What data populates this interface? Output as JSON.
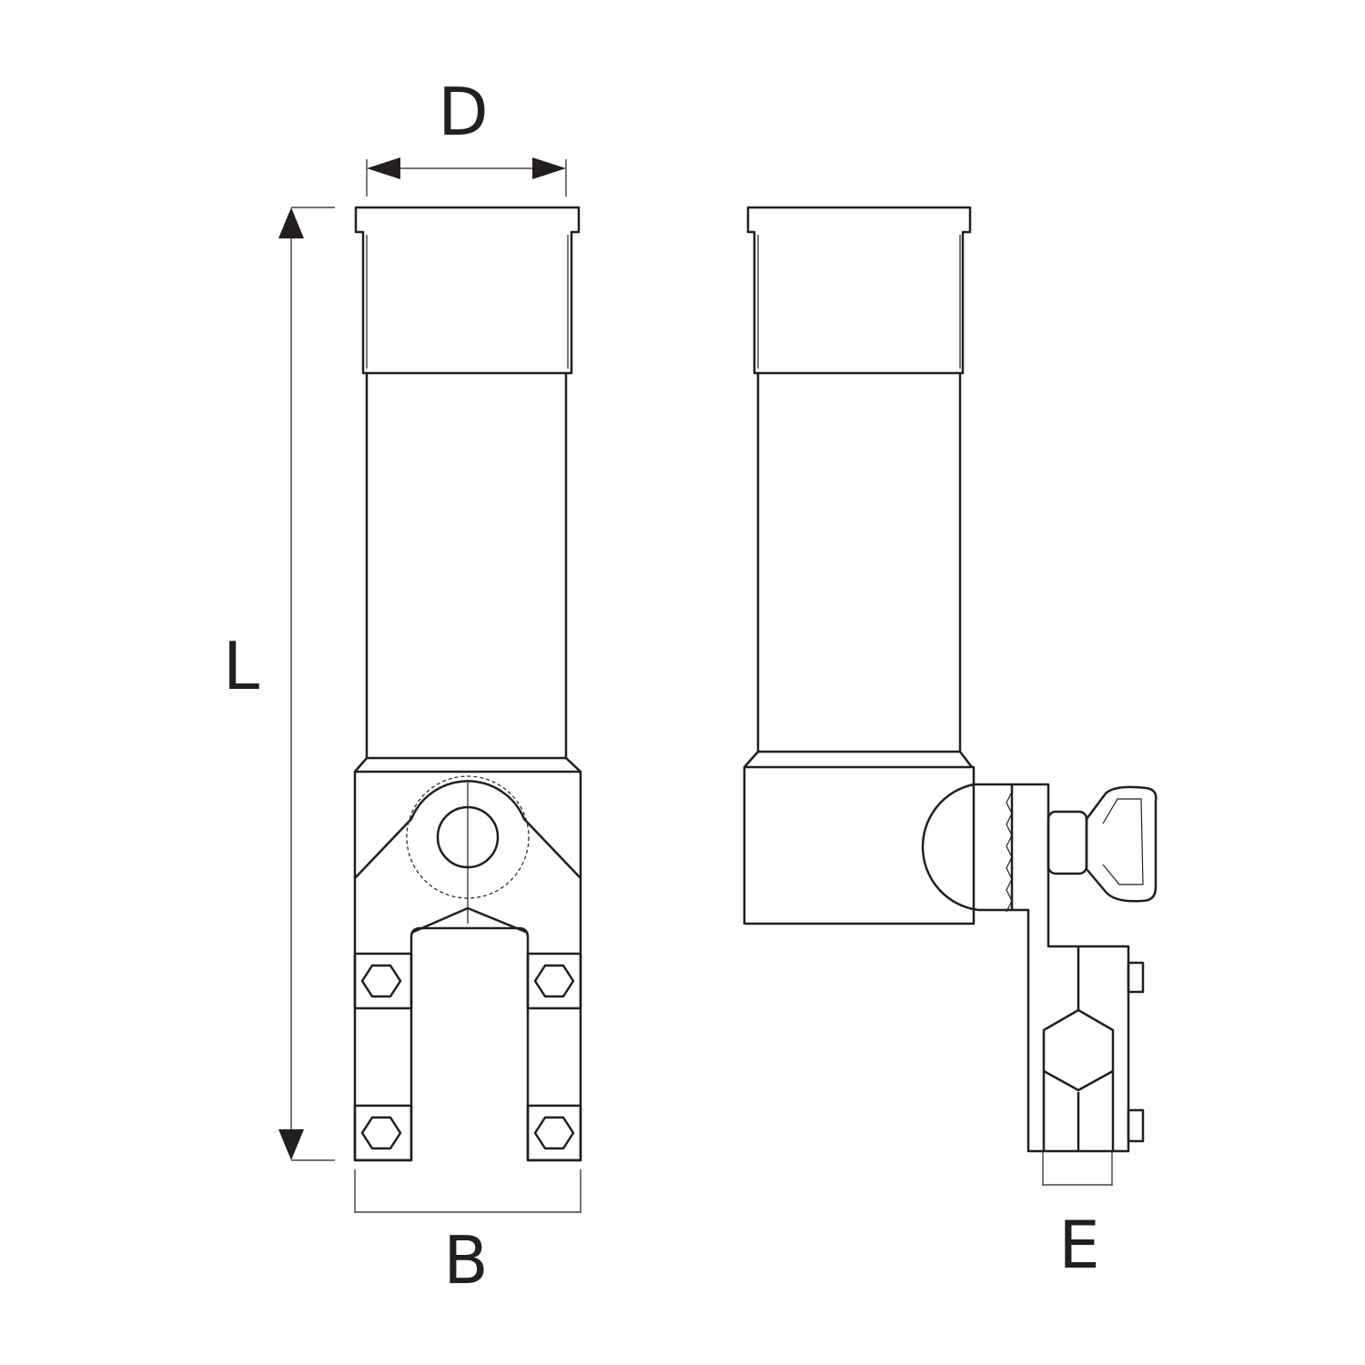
{
  "labels": {
    "diameter": "D",
    "length": "L",
    "base_width": "B",
    "clamp_width": "E"
  },
  "colors": {
    "line": "#231f20",
    "background": "#ffffff"
  }
}
